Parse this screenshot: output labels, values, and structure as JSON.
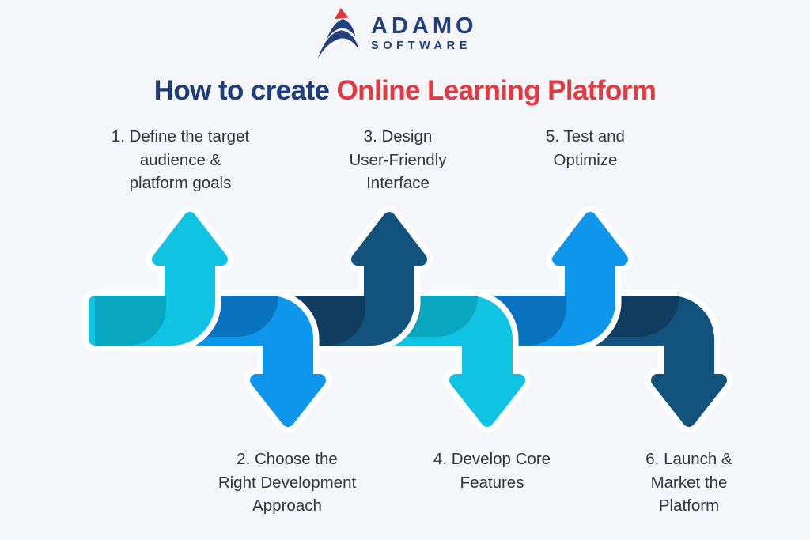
{
  "logo": {
    "name": "ADAMO",
    "subname": "SOFTWARE"
  },
  "title": {
    "prefix": "How to create ",
    "highlight": "Online Learning Platform"
  },
  "steps": [
    {
      "id": 1,
      "arrow_direction": "up",
      "color_role": "cyan",
      "lines": [
        "1. Define the target",
        "audience &",
        "platform goals"
      ]
    },
    {
      "id": 2,
      "arrow_direction": "down",
      "color_role": "blue",
      "lines": [
        "2. Choose the",
        "Right Development",
        "Approach"
      ]
    },
    {
      "id": 3,
      "arrow_direction": "up",
      "color_role": "navy",
      "lines": [
        "3. Design",
        "User-Friendly",
        "Interface"
      ]
    },
    {
      "id": 4,
      "arrow_direction": "down",
      "color_role": "cyan",
      "lines": [
        "4. Develop Core",
        "Features"
      ]
    },
    {
      "id": 5,
      "arrow_direction": "up",
      "color_role": "blue",
      "lines": [
        "5. Test and",
        "Optimize"
      ]
    },
    {
      "id": 6,
      "arrow_direction": "down",
      "color_role": "navy",
      "lines": [
        "6. Launch &",
        "Market the",
        "Platform"
      ]
    }
  ],
  "colors": {
    "background": "#f4f6fa",
    "title_blue": "#1e3d7a",
    "title_red": "#e23a40",
    "text": "#33333b",
    "cyan": "#11c3e3",
    "cyan_dark": "#09a6bf",
    "blue": "#0d96ec",
    "blue_dark": "#0a73c0",
    "navy": "#14527e",
    "navy_dark": "#0f3c5f",
    "gap_white": "#ffffff",
    "logo_navy": "#23407c",
    "logo_red": "#e0393f"
  }
}
